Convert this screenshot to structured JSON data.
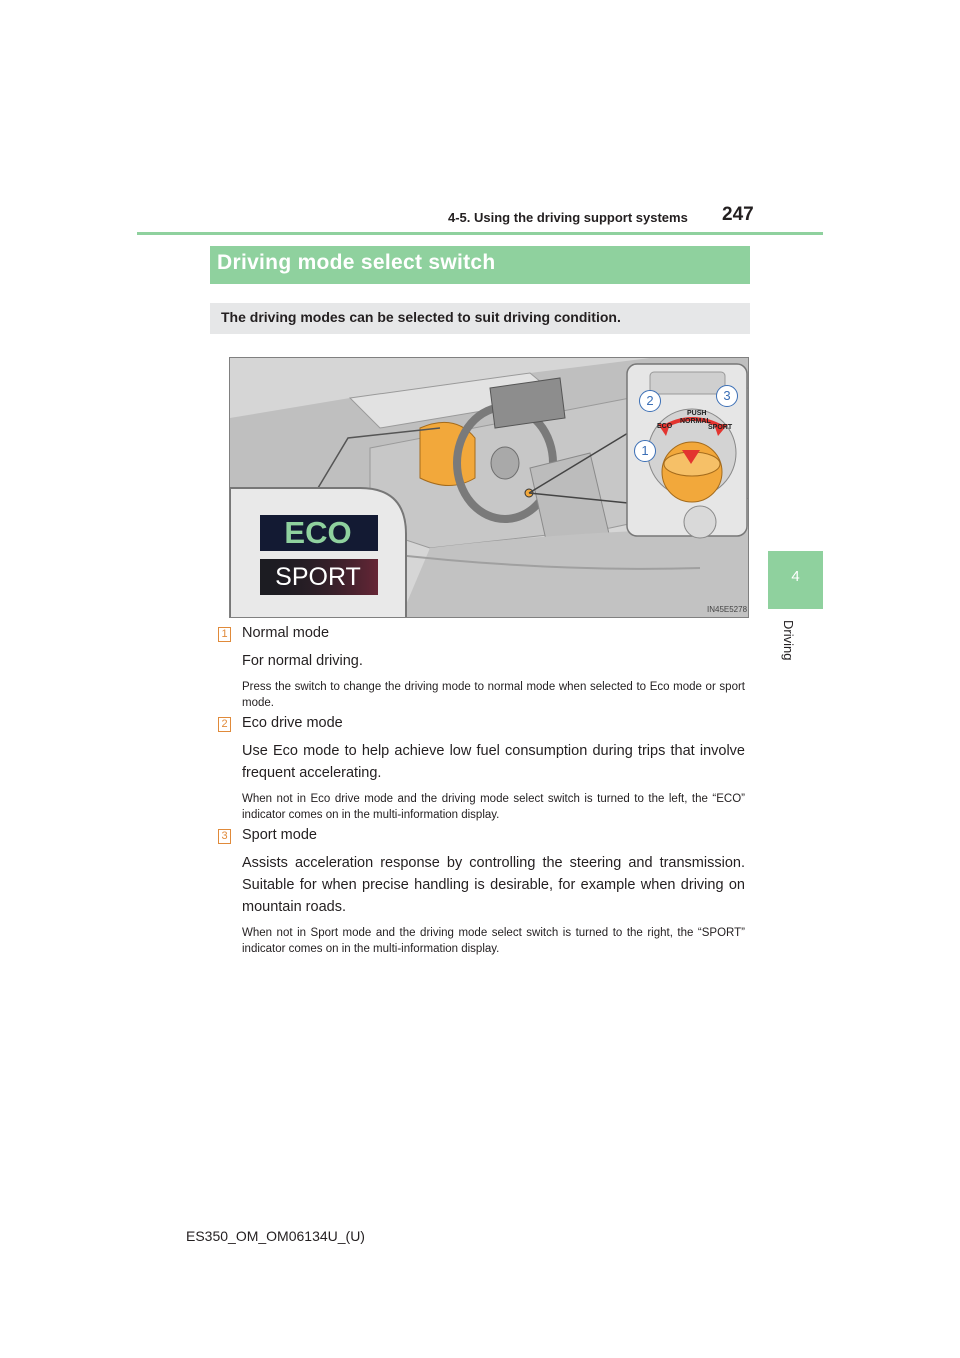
{
  "header": {
    "section": "4-5. Using the driving support systems",
    "page_number": "247"
  },
  "side_tab": {
    "chapter_number": "4",
    "chapter_name": "Driving"
  },
  "section": {
    "title": "Driving mode select switch",
    "intro": "The driving modes can be selected to suit driving condition."
  },
  "figure": {
    "display_eco": "ECO",
    "display_sport": "SPORT",
    "switch_eco": "ECO",
    "switch_push": "PUSH",
    "switch_normal": "NORMAL",
    "switch_sport": "SPORT",
    "callout_1": "1",
    "callout_2": "2",
    "callout_3": "3",
    "code": "IN45E5278",
    "colors": {
      "highlight_orange": "#f2a83b",
      "arrow_red": "#e3342f",
      "display_eco_text": "#8fd19e",
      "callout_blue": "#3b6fb6"
    }
  },
  "items": [
    {
      "badge": "1",
      "title": "Normal mode",
      "body": "For normal driving.",
      "note": "Press the switch to change the driving mode to normal mode when selected to Eco mode or sport mode."
    },
    {
      "badge": "2",
      "title": "Eco drive mode",
      "body": "Use Eco mode to help achieve low fuel consumption during trips that involve frequent accelerating.",
      "note": "When not in Eco drive mode and the driving mode select switch is turned to the left, the “ECO” indicator comes on in the multi-information display."
    },
    {
      "badge": "3",
      "title": "Sport mode",
      "body": "Assists acceleration response by controlling the steering and transmission. Suitable for when precise handling is desirable, for example when driving on mountain roads.",
      "note": "When not in Sport mode and the driving mode select switch is turned to the right, the “SPORT” indicator comes on in the multi-information display."
    }
  ],
  "footer": {
    "doc_code": "ES350_OM_OM06134U_(U)"
  }
}
